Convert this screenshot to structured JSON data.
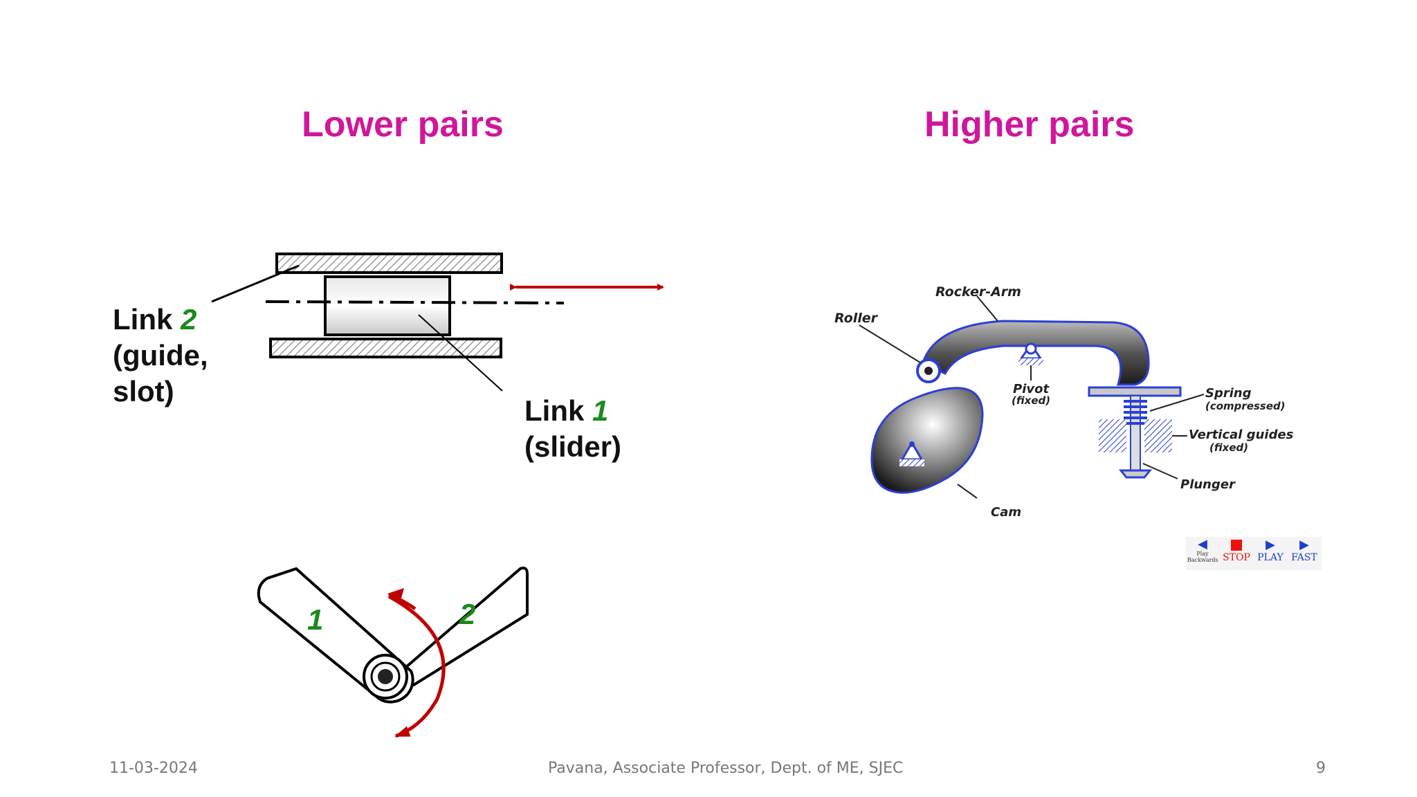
{
  "titles": {
    "lower": "Lower pairs",
    "higher": "Higher pairs"
  },
  "lower_diagram": {
    "link2_word": "Link",
    "link2_num": "2",
    "link2_desc1": "(guide,",
    "link2_desc2": "slot)",
    "link1_word": "Link",
    "link1_num": "1",
    "link1_desc": "(slider)",
    "revolute_num1": "1",
    "revolute_num2": "2"
  },
  "higher_diagram": {
    "rocker_arm": "Rocker-Arm",
    "roller": "Roller",
    "pivot": "Pivot",
    "pivot_fixed": "(fixed)",
    "spring": "Spring",
    "spring_state": "(compressed)",
    "vertical_guides": "Vertical guides",
    "guides_fixed": "(fixed)",
    "plunger": "Plunger",
    "cam": "Cam"
  },
  "controls": {
    "play_backwards_1": "Play",
    "play_backwards_2": "Backwards",
    "stop": "STOP",
    "play": "PLAY",
    "fast": "FAST"
  },
  "footer": {
    "date": "11-03-2024",
    "author": "Pavana, Associate Professor, Dept. of ME, SJEC",
    "page": "9"
  },
  "colors": {
    "title": "#d0169b",
    "link_number": "#1a8a1a",
    "arrow": "#c00000",
    "mechanism_blue": "#2b3fd6"
  }
}
